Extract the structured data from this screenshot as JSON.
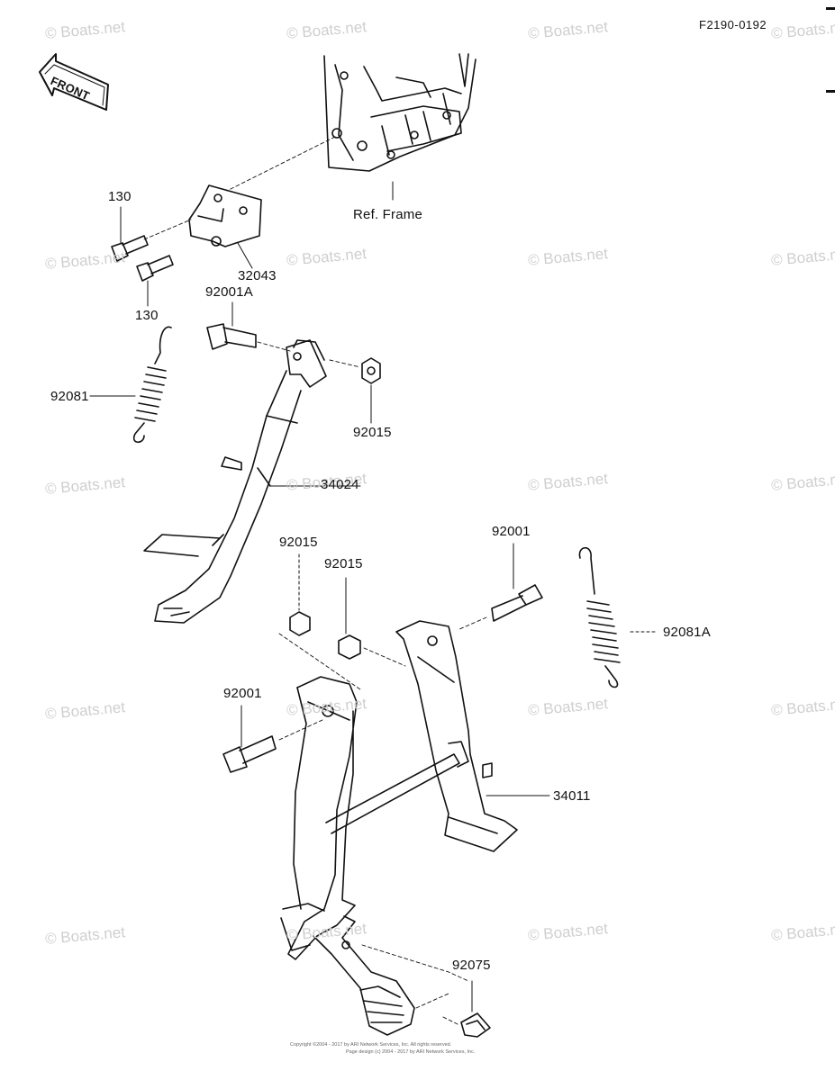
{
  "diagram_code": "F2190-0192",
  "front_label": "FRONT",
  "ref_frame_label": "Ref. Frame",
  "watermark_text": "© Boats.net",
  "parts": {
    "p130_a": "130",
    "p130_b": "130",
    "p32043": "32043",
    "p92001A": "92001A",
    "p92081": "92081",
    "p92015_top": "92015",
    "p34024": "34024",
    "p92015_left": "92015",
    "p92015_right": "92015",
    "p92001_right": "92001",
    "p92081A": "92081A",
    "p92001_left": "92001",
    "p34011": "34011",
    "p92075": "92075"
  },
  "footer": {
    "line1": "Copyright ©2004 - 2017 by ARI Network Services, Inc. All rights reserved.",
    "line2": "Page design (c) 2004 - 2017 by ARI Network Services, Inc."
  },
  "colors": {
    "ink": "#111111",
    "watermark": "#cfcfcf",
    "background": "#ffffff"
  }
}
